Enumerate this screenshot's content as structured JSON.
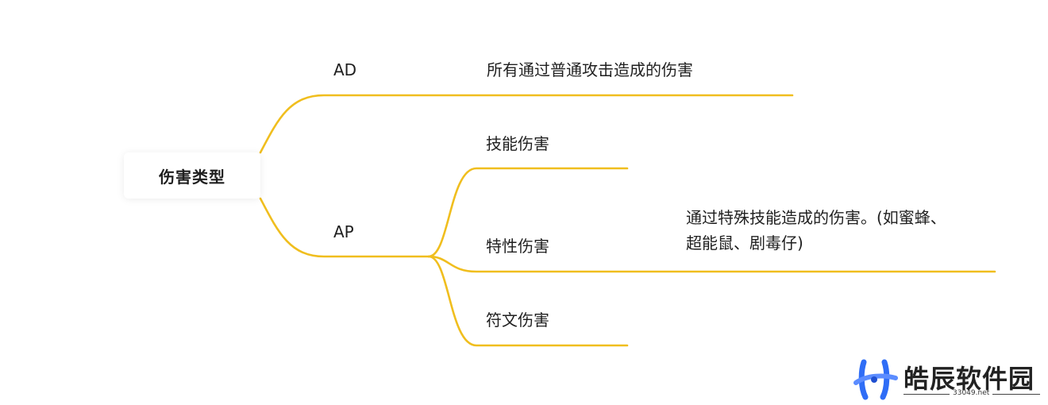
{
  "root": {
    "label": "伤害类型"
  },
  "branches": {
    "ad": {
      "label": "AD",
      "detail": "所有通过普通攻击造成的伤害"
    },
    "ap": {
      "label": "AP",
      "children": [
        {
          "label": "技能伤害"
        },
        {
          "label": "特性伤害",
          "detail": "通过特殊技能造成的伤害。(如蜜蜂、超能鼠、剧毒仔)"
        },
        {
          "label": "符文伤害"
        }
      ]
    }
  },
  "colors": {
    "edge": "#f0be1e",
    "text": "#1f1f1f",
    "watermark_blue": "#2f6df6"
  },
  "watermark": {
    "title": "皓辰软件园",
    "url": "33049.net"
  }
}
